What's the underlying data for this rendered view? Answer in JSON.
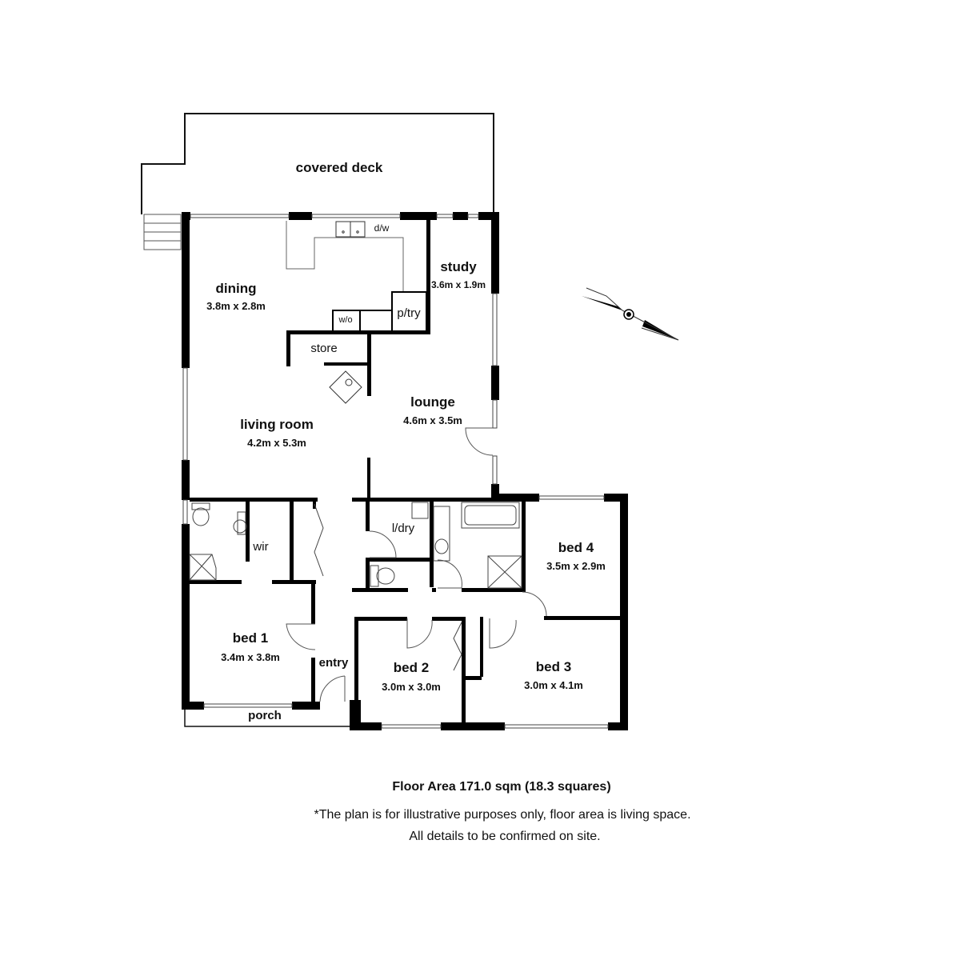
{
  "plan": {
    "rooms": [
      {
        "id": "covered-deck",
        "name": "covered deck",
        "dimensions": null
      },
      {
        "id": "dining",
        "name": "dining",
        "dimensions": "3.8m x 2.8m"
      },
      {
        "id": "study",
        "name": "study",
        "dimensions": "3.6m x 1.9m"
      },
      {
        "id": "living-room",
        "name": "living room",
        "dimensions": "4.2m x 5.3m"
      },
      {
        "id": "lounge",
        "name": "lounge",
        "dimensions": "4.6m x 3.5m"
      },
      {
        "id": "bed-4",
        "name": "bed 4",
        "dimensions": "3.5m x 2.9m"
      },
      {
        "id": "bed-1",
        "name": "bed 1",
        "dimensions": "3.4m x 3.8m"
      },
      {
        "id": "bed-2",
        "name": "bed 2",
        "dimensions": "3.0m x 3.0m"
      },
      {
        "id": "bed-3",
        "name": "bed 3",
        "dimensions": "3.0m x 4.1m"
      }
    ],
    "minor_labels": {
      "dishwasher": "d/w",
      "pantry": "p/try",
      "wall_oven": "w/o",
      "store": "store",
      "laundry": "l/dry",
      "walk_in_robe": "wir",
      "entry": "entry",
      "porch": "porch"
    },
    "compass": "north-arrow-icon"
  },
  "footer": {
    "floor_area": "Floor Area 171.0 sqm (18.3 squares)",
    "disclaimer_line1": "*The plan is for illustrative purposes only, floor area is living space.",
    "disclaimer_line2": "All details to be confirmed on site."
  }
}
